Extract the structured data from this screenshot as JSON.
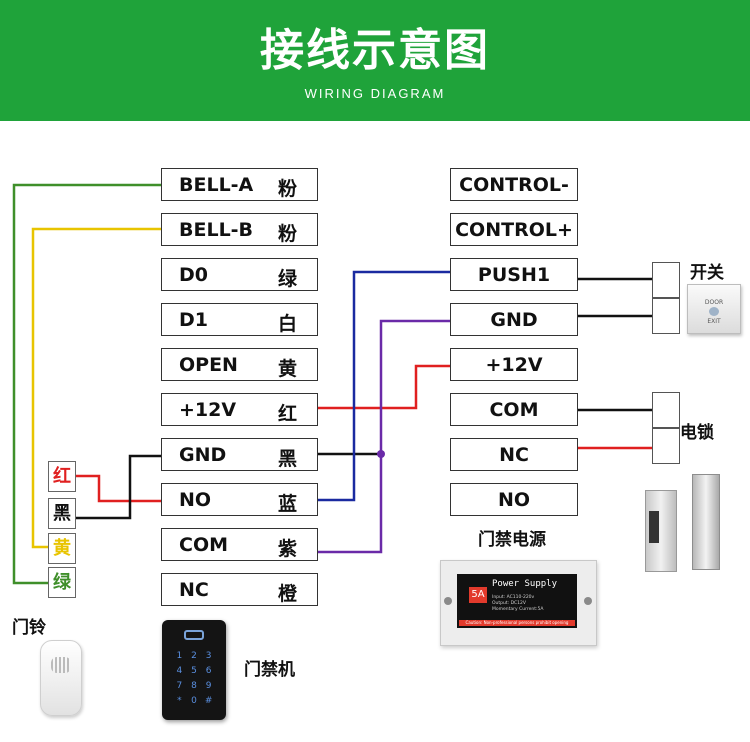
{
  "header": {
    "title": "接线示意图",
    "subtitle": "WIRING DIAGRAM",
    "background": "#1fa33a"
  },
  "controller_terminals": [
    {
      "label": "BELL-A",
      "color_name": "粉"
    },
    {
      "label": "BELL-B",
      "color_name": "粉"
    },
    {
      "label": "D0",
      "color_name": "绿"
    },
    {
      "label": "D1",
      "color_name": "白"
    },
    {
      "label": "OPEN",
      "color_name": "黄"
    },
    {
      "label": "+12V",
      "color_name": "红"
    },
    {
      "label": "GND",
      "color_name": "黑"
    },
    {
      "label": "NO",
      "color_name": "蓝"
    },
    {
      "label": "COM",
      "color_name": "紫"
    },
    {
      "label": "NC",
      "color_name": "橙"
    }
  ],
  "power_supply_terminals": [
    "CONTROL-",
    "CONTROL+",
    "PUSH1",
    "GND",
    "+12V",
    "COM",
    "NC",
    "NO"
  ],
  "doorbell_wires": [
    {
      "label": "红",
      "color": "#e02020"
    },
    {
      "label": "黑",
      "color": "#111111"
    },
    {
      "label": "黄",
      "color": "#e8c400"
    },
    {
      "label": "绿",
      "color": "#3f8f2a"
    }
  ],
  "wire_colors": {
    "green": "#3f8f2a",
    "yellow": "#e8c400",
    "red": "#e02020",
    "black": "#111111",
    "blue": "#1a2aa0",
    "purple": "#6a2aa8"
  },
  "captions": {
    "doorbell": "门铃",
    "access_controller": "门禁机",
    "power_supply": "门禁电源",
    "exit_switch": "开关",
    "electric_lock": "电锁"
  },
  "devices": {
    "keypad_keys": [
      "1",
      "2",
      "3",
      "4",
      "5",
      "6",
      "7",
      "8",
      "9",
      "*",
      "0",
      "#"
    ],
    "exit_button_top": "DOOR",
    "exit_button_bottom": "EXIT",
    "psu_amp": "5A",
    "psu_title": "Power Supply",
    "psu_specs": [
      "Input: AC110-220v",
      "Output: DC12V",
      "Momentary Current:5A"
    ],
    "psu_warning": "Caution: Non-professional persons prohibit opening"
  }
}
